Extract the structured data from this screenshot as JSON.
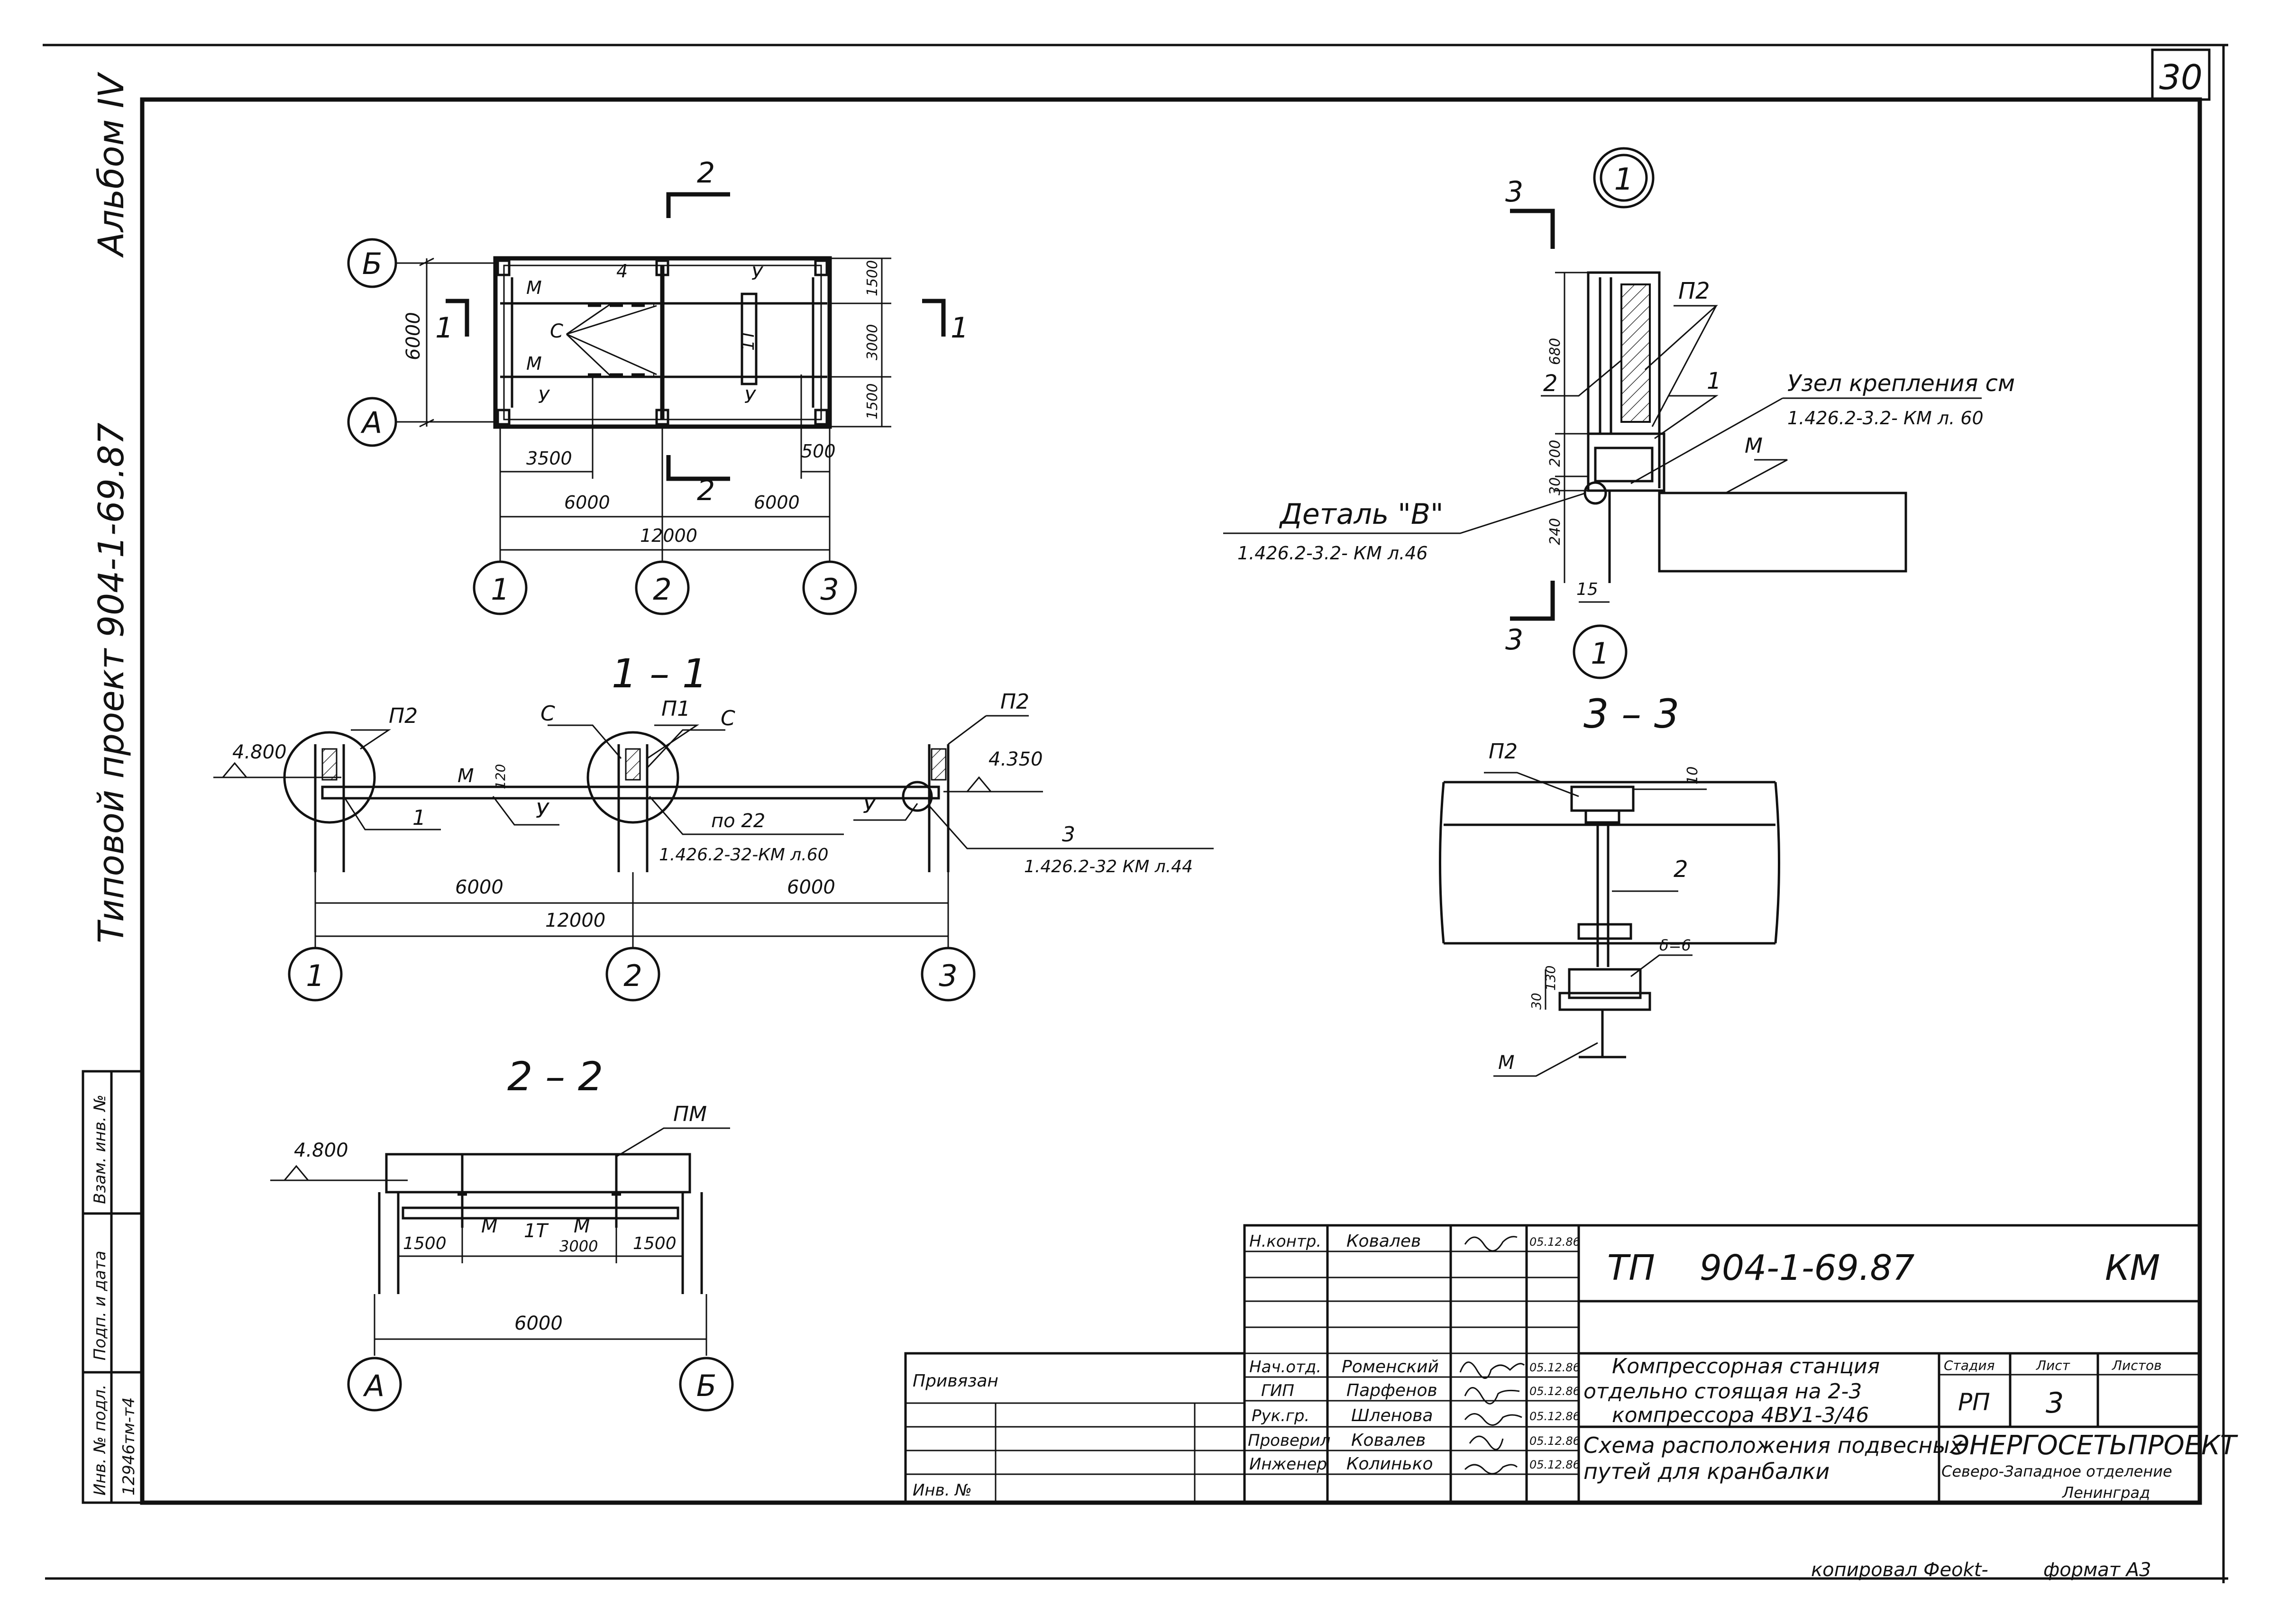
{
  "sheet": {
    "number": "30",
    "album": "Альбом IV",
    "project": "Типовой проект 904-1-69.87",
    "copied": "копировал Феоkt-",
    "format": "формат A3"
  },
  "plan": {
    "section_mark": "2",
    "section_mark_side": "1",
    "axis_b": "Б",
    "axis_a": "А",
    "axis_1": "1",
    "axis_2": "2",
    "axis_3": "3",
    "dim_6000_v": "6000",
    "dim_1500_top": "1500",
    "dim_3000": "3000",
    "dim_1500_bot": "1500",
    "dim_3500": "3500",
    "dim_500": "500",
    "dim_6000_left": "6000",
    "dim_6000_right": "6000",
    "dim_12000": "12000",
    "lbl_m1": "М",
    "lbl_m2": "М",
    "lbl_c": "С",
    "lbl_4": "4",
    "lbl_u1": "У",
    "lbl_u2": "У",
    "lbl_u3": "У",
    "lbl_1t": "1Т"
  },
  "section11": {
    "title": "1 – 1",
    "elev_left": "4.800",
    "elev_right": "4.350",
    "p2_left": "П2",
    "p2_right": "П2",
    "p1": "П1",
    "c_left": "С",
    "c_right": "С",
    "m": "М",
    "h120": "120",
    "u_left": "У",
    "u_right": "У",
    "num1": "1",
    "po22": "по 22",
    "ref_mid": "1.426.2-32-КМ л.60",
    "num3": "3",
    "ref_right": "1.426.2-32 КМ л.44",
    "dim_6000_a": "6000",
    "dim_6000_b": "6000",
    "dim_12000": "12000",
    "axis_1": "1",
    "axis_2": "2",
    "axis_3": "3"
  },
  "section22": {
    "title": "2 – 2",
    "elev": "4.800",
    "pm": "ПМ",
    "m_left": "М",
    "t1": "1Т",
    "m_right": "М",
    "dim_1500_l": "1500",
    "dim_3000": "3000",
    "dim_1500_r": "1500",
    "dim_6000": "6000",
    "axis_a": "А",
    "axis_b": "Б"
  },
  "node1": {
    "marker": "1",
    "section_mark": "3",
    "p2": "П2",
    "num2": "2",
    "num1": "1",
    "dim_680": "680",
    "dim_200": "200",
    "dim_30": "30",
    "dim_240": "240",
    "dim_15": "15",
    "m": "М",
    "uzel": "Узел крепления см",
    "uzel_ref": "1.426.2-3.2- КМ л. 60",
    "detail": "Деталь \"В\"",
    "detail_ref": "1.426.2-3.2- КМ л.46",
    "axis": "1"
  },
  "section33": {
    "title": "3 – 3",
    "p2": "П2",
    "num2": "2",
    "dim_10": "10",
    "dim_30": "30",
    "dim_130": "130",
    "b": "δ=6",
    "m": "М"
  },
  "side_stamp": {
    "vzam": "Взам. инв. №",
    "podp": "Подп. и дата",
    "inv": "Инв. № подл.",
    "inv_val": "12946тм-т4"
  },
  "stamp": {
    "privyazan": "Привязан",
    "inv_no": "Инв. №",
    "roles": [
      "Н.контр.",
      "",
      "",
      "",
      "Нач.отд.",
      "ГИП",
      "Рук.гр.",
      "Проверил",
      "Инженер"
    ],
    "names": [
      "Ковалев",
      "",
      "",
      "",
      "Роменский",
      "Парфенов",
      "Шленова",
      "Ковалев",
      "Колинько"
    ],
    "dates": [
      "05.12.86",
      "",
      "",
      "",
      "05.12.86",
      "05.12.86",
      "05.12.86",
      "05.12.86",
      "05.12.86"
    ],
    "code": "ТП    904-1-69.87",
    "mark": "КМ",
    "object_title": "Компрессорная станция отдельно стоящая на 2-3 компрессора 4ВУ1-3/46",
    "object_l1": "Компрессорная станция",
    "object_l2": "отдельно стоящая на 2-3",
    "object_l3": "компрессора 4ВУ1-3/46",
    "sheet_title_l1": "Схема расположения подвесных",
    "sheet_title_l2": "путей для кранбалки",
    "stage_hdr": "Стадия",
    "list_hdr": "Лист",
    "lists_hdr": "Листов",
    "stage": "РП",
    "list": "3",
    "org": "ЭНЕРГОСЕТЬПРОЕКТ",
    "org_sub1": "Северо-Западное отделение",
    "org_sub2": "Ленинград"
  }
}
